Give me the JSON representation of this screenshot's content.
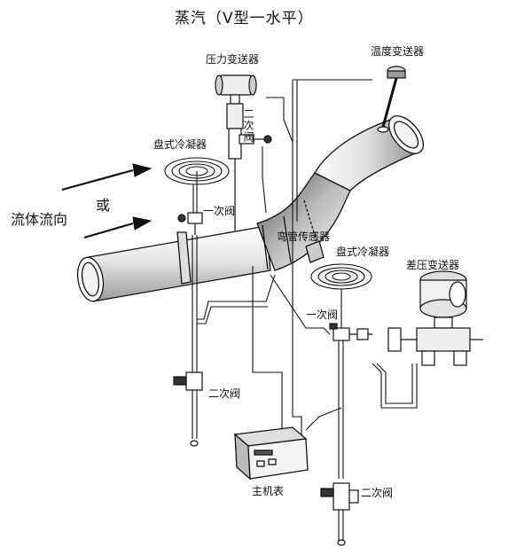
{
  "title": "蒸汽（V型一水平）",
  "labels": {
    "pressure_transmitter": "压力变送器",
    "temperature_transmitter": "温度变送器",
    "secondary_valve_top": "二次阀",
    "coil_condenser_left": "盘式冷凝器",
    "primary_valve_left": "一次阀",
    "fluid_direction": "流体流向",
    "or": "或",
    "elbow_sensor": "弯管传感器",
    "coil_condenser_right": "盘式冷凝器",
    "dp_transmitter": "差压变送器",
    "primary_valve_right": "一次阀",
    "secondary_valve_left": "二次阀",
    "host_meter": "主机表",
    "secondary_valve_bottom": "二次阀"
  },
  "colors": {
    "line": "#111111",
    "pipe_fill": "#f4f4f4",
    "pipe_shade": "#c9c9c9",
    "pipe_dark": "#8a8a8a"
  }
}
